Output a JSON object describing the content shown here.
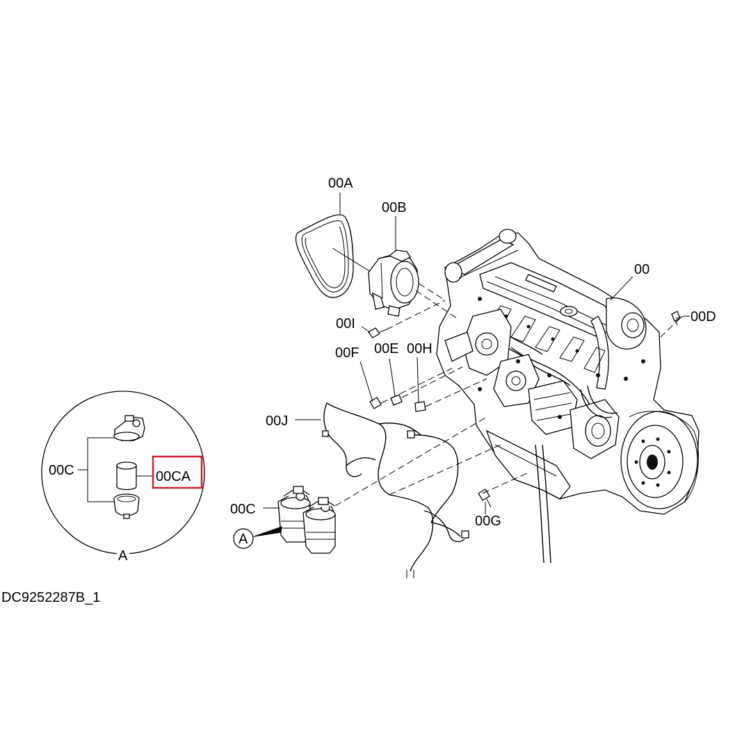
{
  "diagram": {
    "drawing_code": "DC9252287B_1",
    "highlight_color": "#d0202a",
    "labels": {
      "engine": "00",
      "belt": "00A",
      "pulley": "00B",
      "filter_assembly": "00C",
      "filter_assembly_detail": "00C",
      "filter_element": "00CA",
      "sensor_d": "00D",
      "sensor_e": "00E",
      "sensor_f": "00F",
      "sensor_g": "00G",
      "sensor_h": "00H",
      "sensor_i": "00I",
      "harness": "00J",
      "detail_ref": "A",
      "detail_callout": "A"
    },
    "highlighted": "00CA"
  }
}
